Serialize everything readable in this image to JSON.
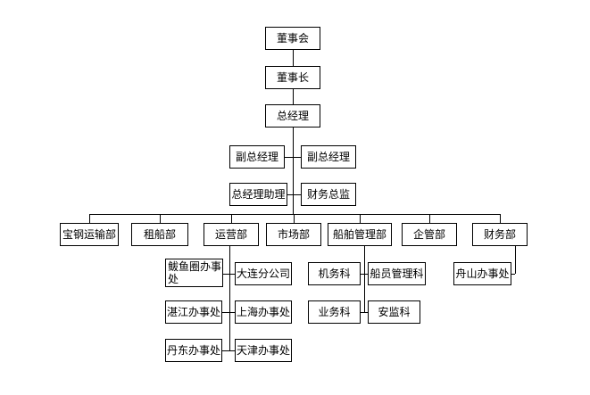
{
  "page": {
    "background_color": "#ffffff",
    "line_color": "#000000",
    "box_border_color": "#000000",
    "box_fill_color": "#ffffff",
    "text_color": "#000000"
  },
  "org_chart": {
    "type": "organization-chart",
    "nodes": {
      "board": "董事会",
      "chairman": "董事长",
      "general_manager": "总经理",
      "deputy_general_manager_left": "副总经理",
      "deputy_general_manager_right": "副总经理",
      "gm_assistant": "总经理助理",
      "finance_director": "财务总监",
      "dept_baosteel_transport": "宝钢运输部",
      "dept_chartering": "租船部",
      "dept_operations": "运营部",
      "dept_marketing": "市场部",
      "dept_ship_management": "船舶管理部",
      "dept_enterprise_mgmt": "企管部",
      "dept_finance": "财务部",
      "office_bayuquan": "鲅鱼圈办事处",
      "branch_dalian": "大连分公司",
      "office_zhanjiang": "湛江办事处",
      "office_shanghai": "上海办事处",
      "office_dandong": "丹东办事处",
      "office_tianjin": "天津办事处",
      "section_engineering": "机务科",
      "section_crew_mgmt": "船员管理科",
      "section_business": "业务科",
      "section_safety": "安监科",
      "office_zhoushan": "舟山办事处"
    },
    "hierarchy": {
      "board": [
        "chairman"
      ],
      "chairman": [
        "general_manager"
      ],
      "general_manager": [
        "deputy_general_manager_left",
        "deputy_general_manager_right",
        "gm_assistant",
        "finance_director"
      ],
      "departments": [
        "dept_baosteel_transport",
        "dept_chartering",
        "dept_operations",
        "dept_marketing",
        "dept_ship_management",
        "dept_enterprise_mgmt",
        "dept_finance"
      ],
      "dept_operations_children": [
        "office_bayuquan",
        "branch_dalian",
        "office_zhanjiang",
        "office_shanghai",
        "office_dandong",
        "office_tianjin"
      ],
      "dept_ship_management_children": [
        "section_engineering",
        "section_crew_mgmt",
        "section_business",
        "section_safety"
      ],
      "dept_finance_children": [
        "office_zhoushan"
      ]
    }
  }
}
